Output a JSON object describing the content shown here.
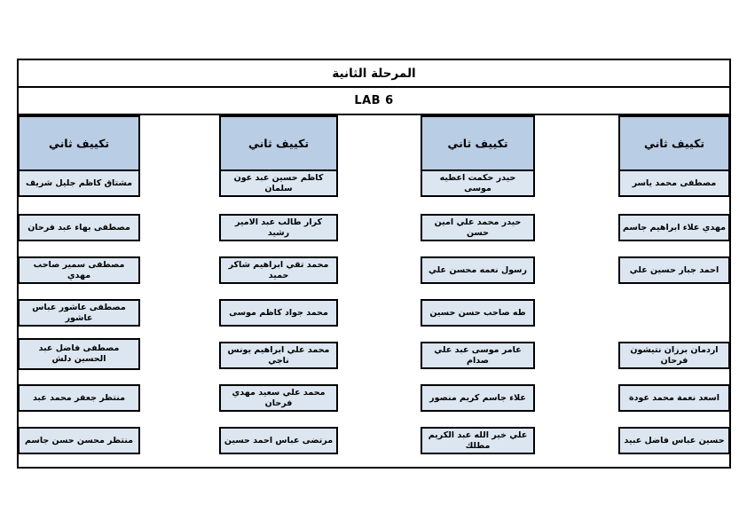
{
  "title": "المرحلة الثانية",
  "lab_label": "LAB 6",
  "colors": {
    "header_fill": "#b9cde5",
    "cell_fill": "#dce6f1",
    "border_color": "#000000",
    "text_color": "#000000",
    "page_bg": "#ffffff"
  },
  "columns": [
    {
      "header": "تكييف ثاني",
      "names": [
        "مصطفى محمد ياسر",
        "مهدي علاء ابراهيم جاسم",
        "احمد جبار حسين علي",
        "",
        "اردمان برزان نتيشون فرحان",
        "اسعد نعمة محمد عودة",
        "حسين عباس فاضل عبيد"
      ]
    },
    {
      "header": "تكييف ثاني",
      "names": [
        "حيدر حكمت اعطيه موسى",
        "حيدر محمد علي امين حسن",
        "رسول نعمه محسن علي",
        "طه صاحب حسن حسين",
        "عامر موسى عبد علي صدام",
        "علاء جاسم كريم منصور",
        "علي خير الله عبد الكريم مطلك"
      ]
    },
    {
      "header": "تكييف ثاني",
      "names": [
        "كاظم حسين عبد عون سلمان",
        "كرار طالب عبد الامير رشيد",
        "محمد تقي ابراهيم شاكر حميد",
        "محمد جواد كاظم موسى",
        "محمد علي ابراهيم يونس ناجي",
        "محمد علي سعيد مهدي فرحان",
        "مرتضى عباس احمد حسين"
      ]
    },
    {
      "header": "تكييف ثاني",
      "names": [
        "مشتاق كاظم جليل شريف",
        "مصطفى بهاء عبد فرحان",
        "مصطفى سمير صاحب مهدي",
        "مصطفى عاشور عباس عاشور",
        "مصطفى فاضل عبد الحسين دلش",
        "منتظر جعفر محمد عبد",
        "منتظر محسن حسن جاسم"
      ]
    }
  ]
}
